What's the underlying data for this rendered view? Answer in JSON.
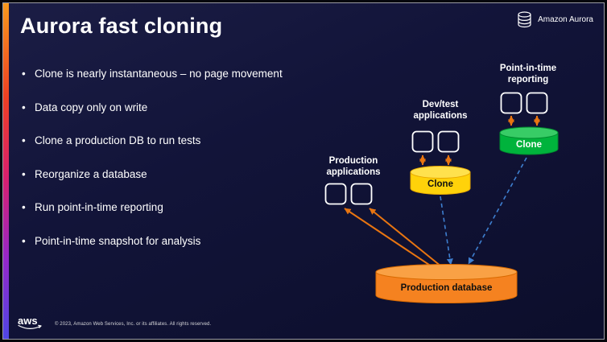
{
  "header": {
    "brand": "Amazon Aurora"
  },
  "slide": {
    "title": "Aurora fast cloning",
    "bullets": [
      "Clone is nearly instantaneous – no page movement",
      "Data copy only on write",
      "Clone a production DB to run tests",
      "Reorganize a database",
      "Run point-in-time reporting",
      "Point-in-time snapshot for analysis"
    ]
  },
  "diagram": {
    "production_apps": {
      "line1": "Production",
      "line2": "applications"
    },
    "devtest_apps": {
      "line1": "Dev/test",
      "line2": "applications"
    },
    "pit_reporting": {
      "line1": "Point-in-time",
      "line2": "reporting"
    },
    "clone_dev": "Clone",
    "clone_pit": "Clone",
    "production_db": "Production database",
    "colors": {
      "db_body": "#F58220",
      "db_top": "#F9A145",
      "db_stroke": "#D96A00",
      "yellow_body": "#FFD20A",
      "yellow_top": "#FFE14D",
      "yellow_stroke": "#E8A800",
      "green_body": "#00B33C",
      "green_top": "#38CC66",
      "green_stroke": "#008A2E",
      "arrow_orange": "#E87511",
      "arrow_blue": "#3E7FD0",
      "app_stroke": "#FFFFFF"
    }
  },
  "footer": {
    "logo": "aws",
    "copyright": "© 2023, Amazon Web Services, Inc. or its affiliates. All rights reserved."
  }
}
